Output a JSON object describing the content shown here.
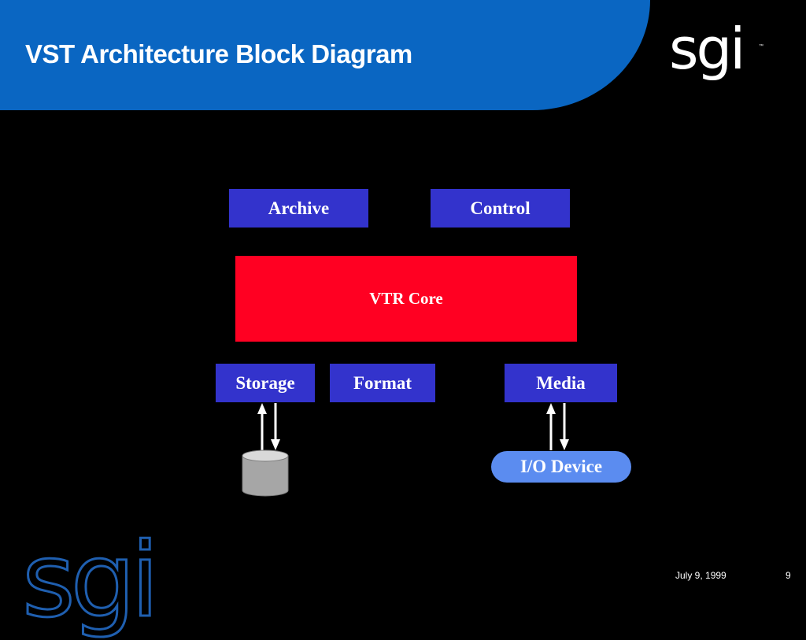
{
  "slide": {
    "title": "VST Architecture Block Diagram",
    "logo_text": "sgi",
    "logo_tm": "™",
    "watermark_text": "sgi",
    "footer_date": "July 9, 1999",
    "page_number": "9"
  },
  "diagram": {
    "blocks": {
      "archive": "Archive",
      "control": "Control",
      "vtr_core": "VTR Core",
      "storage": "Storage",
      "format": "Format",
      "media": "Media",
      "io_device": "I/O Device"
    }
  },
  "colors": {
    "header_blue": "#0a66c2",
    "block_blue": "#3333cc",
    "core_red": "#ff0022",
    "io_blue": "#5b8cf0",
    "disk_gray": "#a6a6a6",
    "background": "#000000"
  },
  "icons": [
    "database-cylinder-icon",
    "bidirectional-arrow-icon"
  ]
}
